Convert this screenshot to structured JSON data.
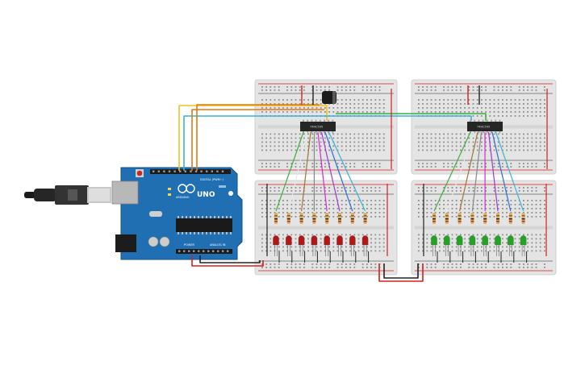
{
  "arduino": {
    "model_label": "UNO",
    "brand_label": "ARDUINO",
    "digital_label": "DIGITAL (PWM~)",
    "power_label": "POWER",
    "analog_label": "ANALOG IN"
  },
  "chips": [
    {
      "label": "74HC595"
    },
    {
      "label": "74HC595"
    }
  ],
  "led_banks": [
    {
      "color": "#b01818",
      "count": 8
    },
    {
      "color": "#22a322",
      "count": 8
    }
  ],
  "colors": {
    "breadboard": "#e4e4e4",
    "rail_red": "#d42020",
    "rail_black": "#222222",
    "arduino_blue": "#1f6fb2",
    "wire_yellow": "#f2c21b",
    "wire_cyan": "#39b3d6",
    "wire_orange": "#e07a10",
    "wire_green": "#3fae3f"
  }
}
